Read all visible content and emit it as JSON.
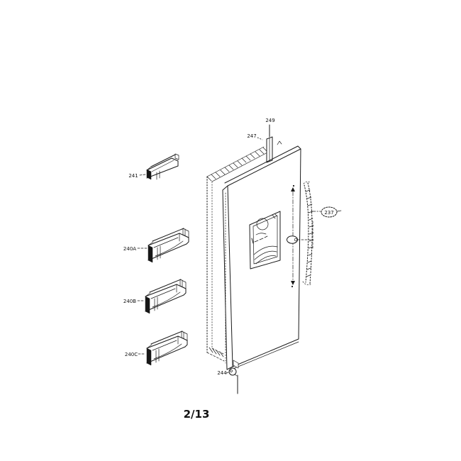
{
  "page": {
    "background": "#ffffff",
    "page_indicator": "2/13"
  },
  "diagram": {
    "type": "exploded-parts-diagram",
    "subject": "refrigerator-freezer-door",
    "ink_color": "#1a1a1a",
    "callouts": {
      "top_cap": "249",
      "door_top": "247",
      "handle": "237",
      "door_bottom": "244",
      "basket_small": "241",
      "basket_upper": "240A",
      "basket_middle": "240B",
      "basket_lower": "240C"
    }
  }
}
